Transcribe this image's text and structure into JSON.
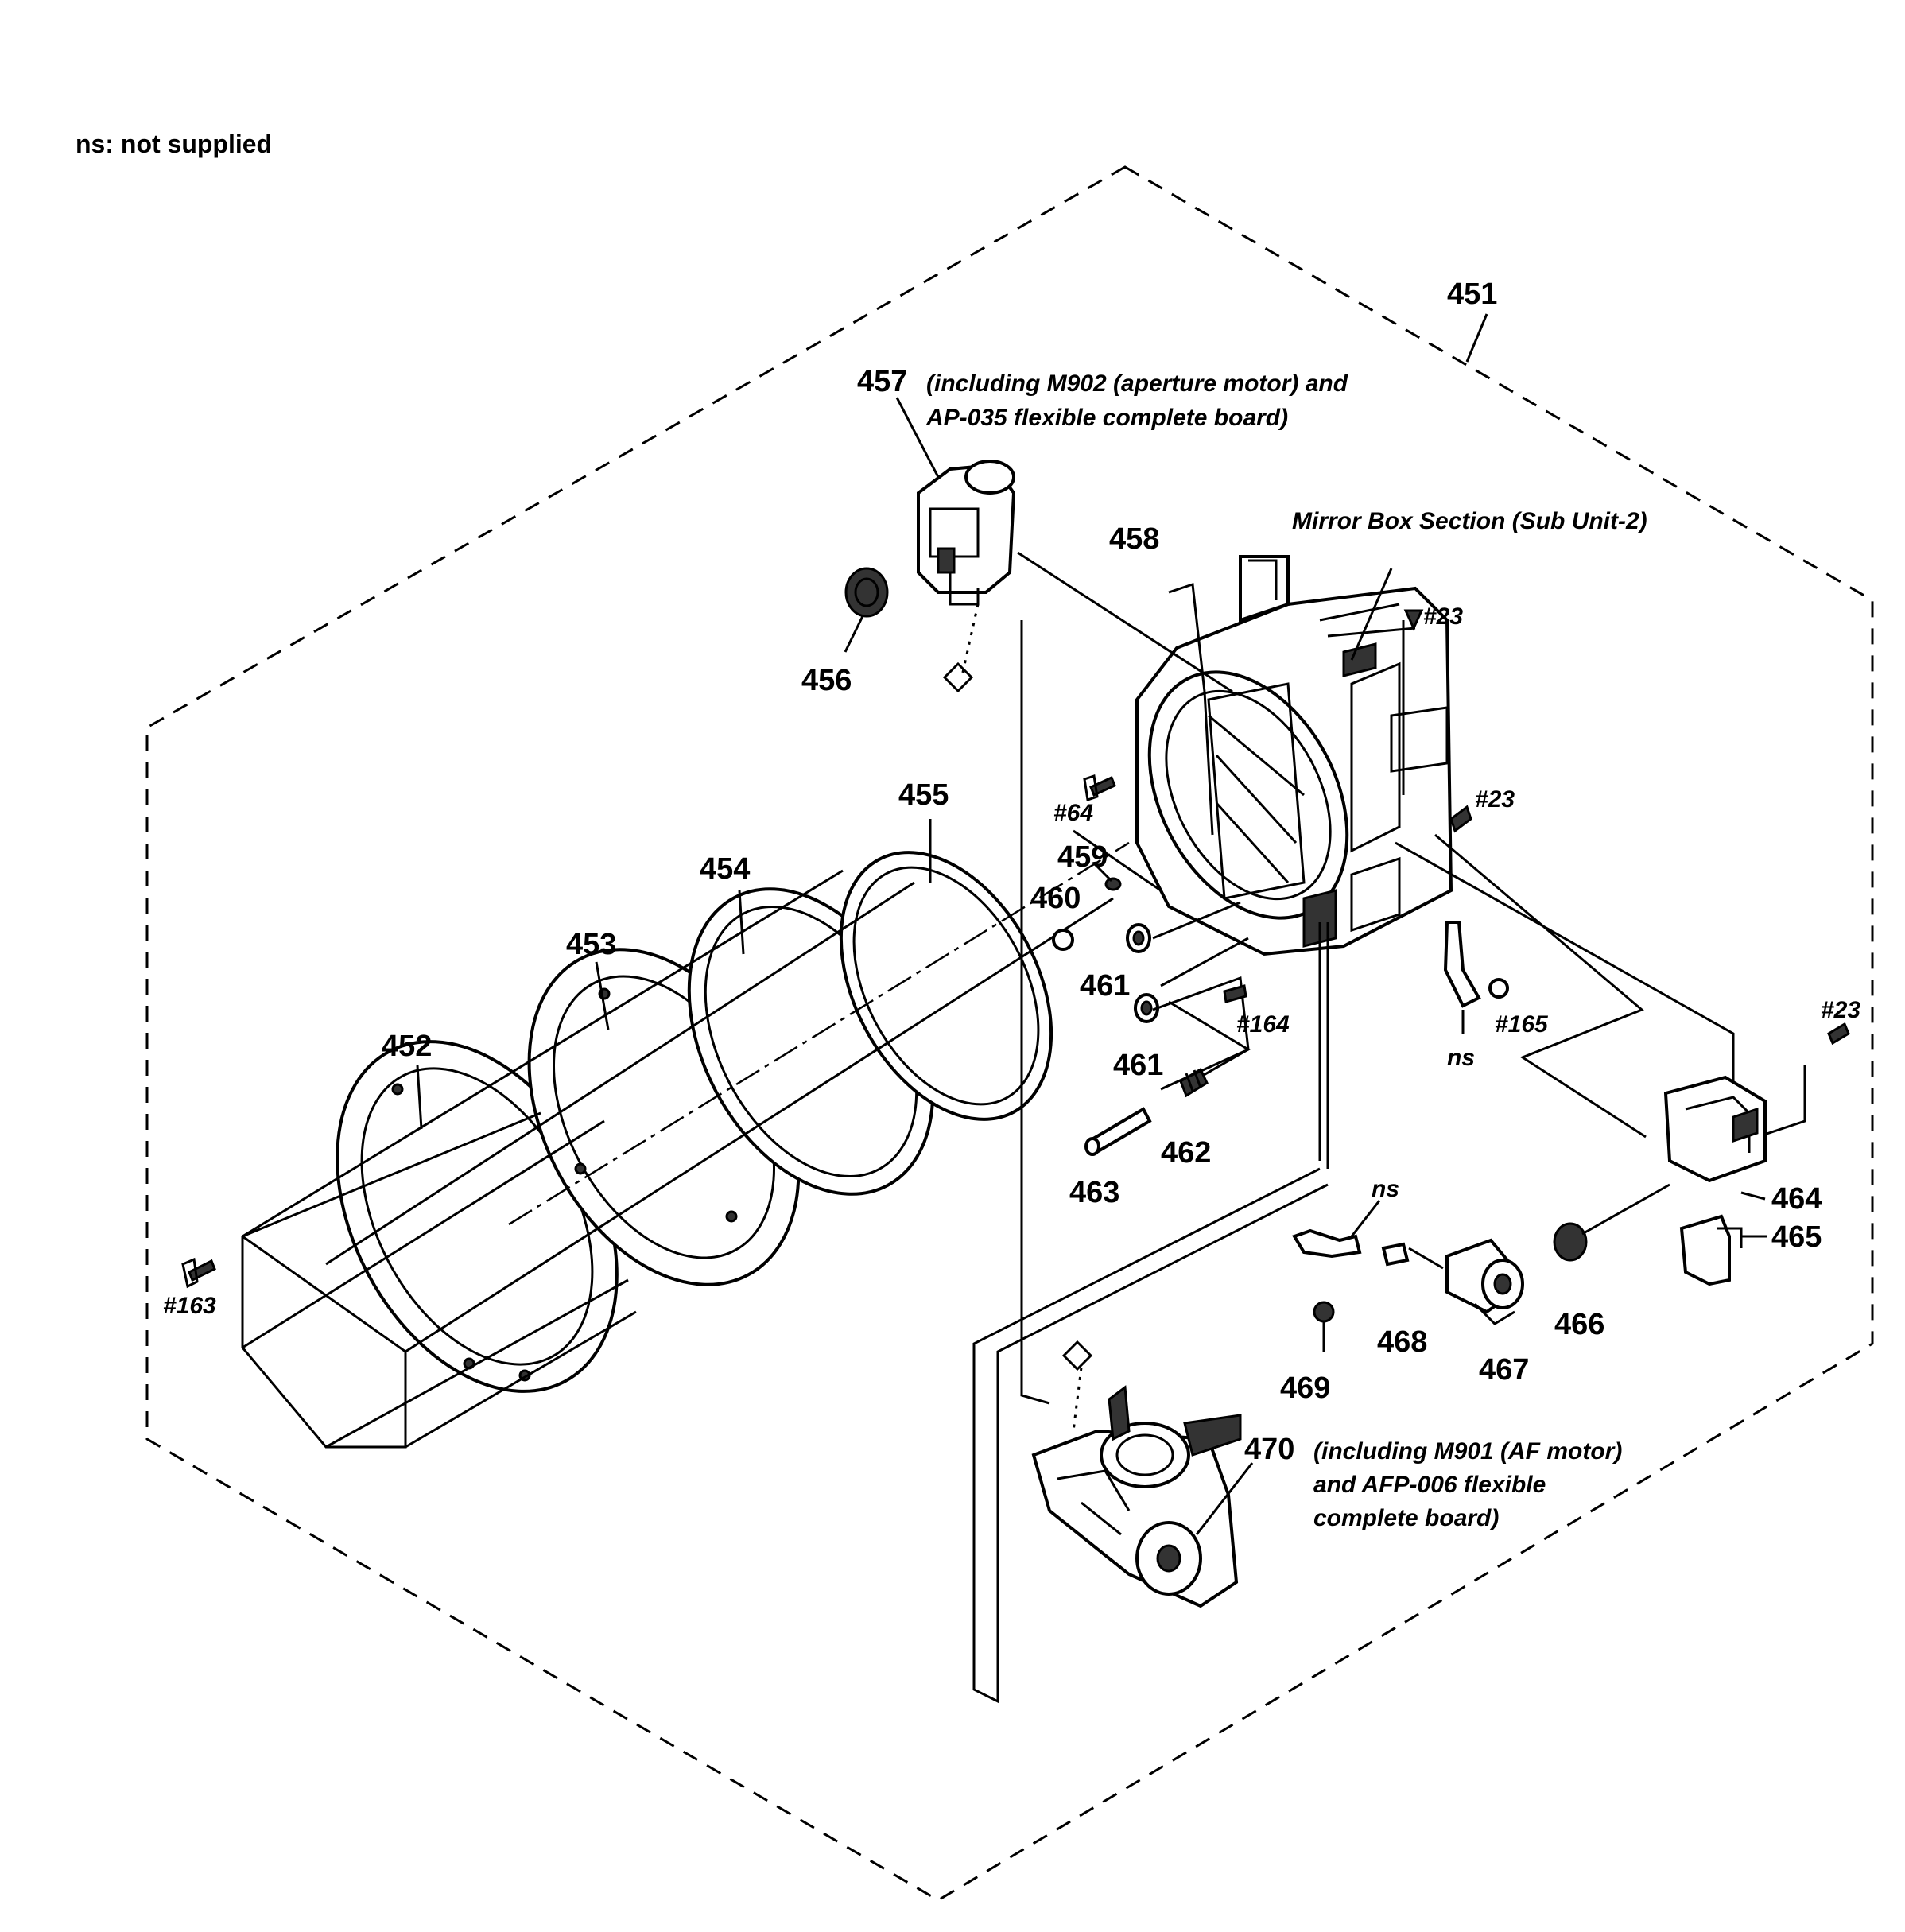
{
  "header_note": "ns: not supplied",
  "section_title": "Mirror Box Section (Sub Unit-2)",
  "callouts": {
    "p451": "451",
    "p452": "452",
    "p453": "453",
    "p454": "454",
    "p455": "455",
    "p456": "456",
    "p457": "457",
    "p458": "458",
    "p459": "459",
    "p460": "460",
    "p461a": "461",
    "p461b": "461",
    "p462": "462",
    "p463": "463",
    "p464": "464",
    "p465": "465",
    "p466": "466",
    "p467": "467",
    "p468": "468",
    "p469": "469",
    "p470": "470"
  },
  "screw_refs": {
    "s23a": "#23",
    "s23b": "#23",
    "s23c": "#23",
    "s64": "#64",
    "s163": "#163",
    "s164": "#164",
    "s165": "#165"
  },
  "ns_labels": {
    "ns1": "ns",
    "ns2": "ns"
  },
  "notes": {
    "p457_line1": "(including M902 (aperture motor) and",
    "p457_line2": "AP-035 flexible complete board)",
    "p470_line1": "(including M901 (AF motor)",
    "p470_line2": "and AFP-006 flexible",
    "p470_line3": "complete board)"
  }
}
